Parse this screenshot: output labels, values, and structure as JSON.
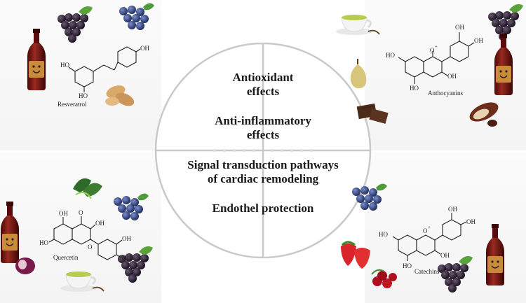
{
  "center": {
    "effects": [
      "Antioxidant",
      "effects",
      "Anti-inflammatory",
      "effects",
      "Signal transduction pathways",
      "of cardiac remodeling",
      "Endothel protection"
    ]
  },
  "compounds": {
    "resveratrol": {
      "name": "Resveratrol",
      "atoms": [
        "HO",
        "HO",
        "OH"
      ]
    },
    "anthocyanins": {
      "name": "Anthocyanins",
      "atoms": [
        "OH",
        "OH",
        "HO",
        "O",
        "+",
        "OH",
        "HO"
      ]
    },
    "quercetin": {
      "name": "Quercetin",
      "atoms": [
        "OH",
        "O",
        "OH",
        "HO",
        "O",
        "OH",
        "OH"
      ]
    },
    "catechins": {
      "name": "Catechins",
      "atoms": [
        "OH",
        "OH",
        "HO",
        "O",
        "+",
        "OH",
        "HO"
      ]
    }
  },
  "colors": {
    "circle": "#c9c9c9",
    "text": "#1a1a1a",
    "wine": "#7a1414",
    "grape": "#2a1f2e",
    "blueberry": "#3b4f8f",
    "raspberry": "#e04a6a",
    "tea": "#c4d36a"
  }
}
